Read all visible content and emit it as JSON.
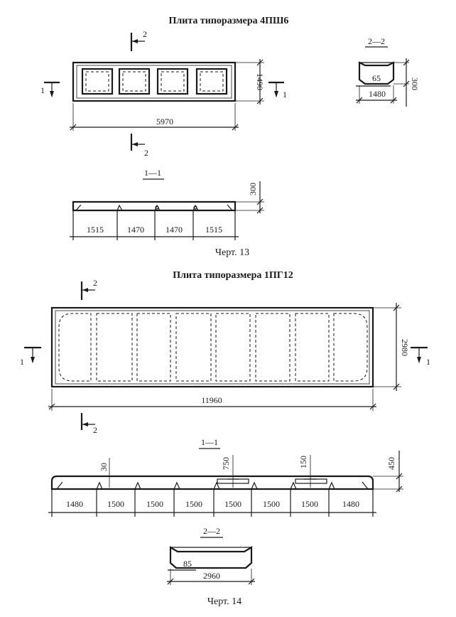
{
  "sheet1": {
    "title": "Плита типоразмера  4ПШ6",
    "caption": "Черт. 13",
    "plan": {
      "cut_mark": "2",
      "side_mark": "1",
      "length": "5970",
      "width": "1490"
    },
    "section_22": {
      "label": "2—2",
      "flange": "65",
      "width": "1480",
      "height": "300"
    },
    "section_11": {
      "label": "1—1",
      "height": "300",
      "spans": [
        "1515",
        "1470",
        "1470",
        "1515"
      ]
    }
  },
  "sheet2": {
    "title": "Плита типоразмера  1ПГ12",
    "caption": "Черт. 14",
    "plan": {
      "cut_mark": "2",
      "side_mark": "1",
      "length": "11960",
      "width": "2980"
    },
    "section_11": {
      "label": "1—1",
      "rib_top": "30",
      "rib_depth": "750",
      "rib_width": "150",
      "height": "450",
      "spans": [
        "1480",
        "1500",
        "1500",
        "1500",
        "1500",
        "1500",
        "1500",
        "1480"
      ]
    },
    "section_22": {
      "label": "2—2",
      "flange": "85",
      "width": "2960"
    }
  }
}
